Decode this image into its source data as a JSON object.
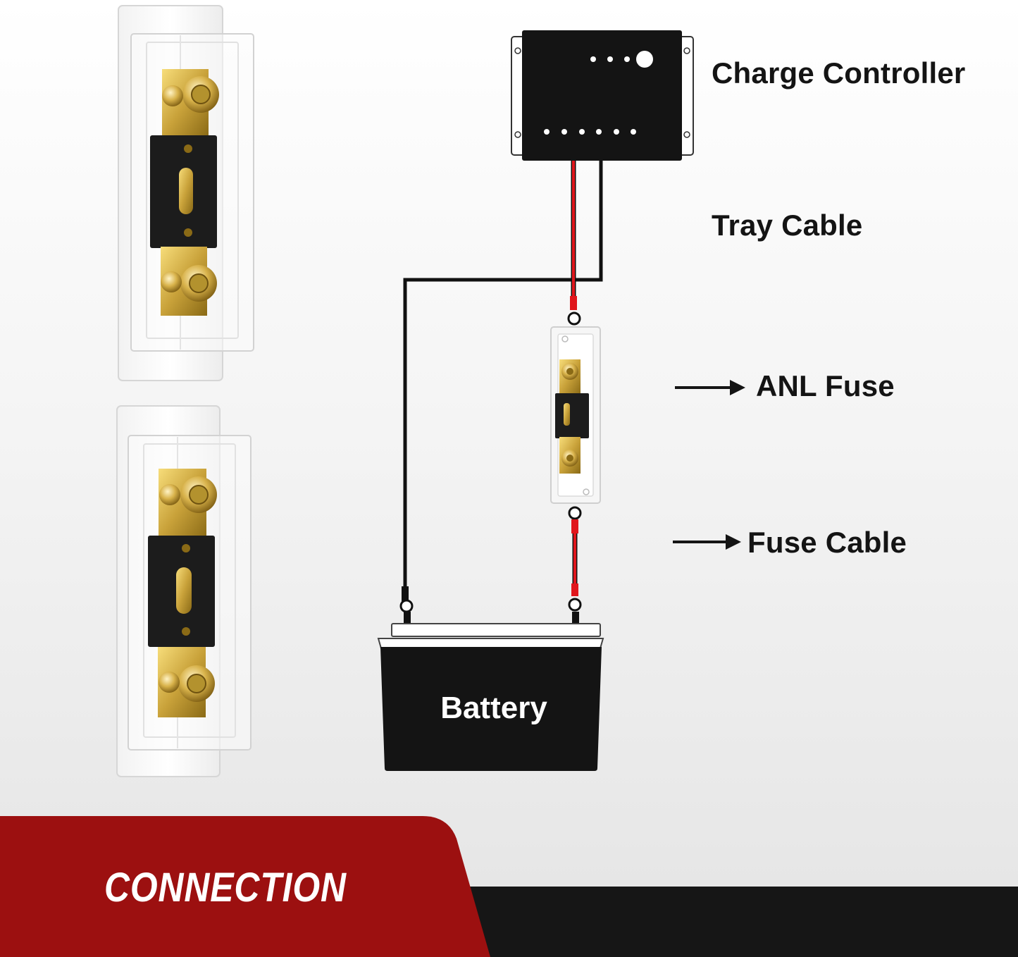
{
  "diagram": {
    "labels": {
      "charge_controller": "Charge Controller",
      "tray_cable": "Tray Cable",
      "anl_fuse": "ANL Fuse",
      "fuse_cable": "Fuse Cable",
      "battery": "Battery"
    },
    "banner_text": "CONNECTION",
    "colors": {
      "banner_red": "#9c1010",
      "banner_dark": "#161616",
      "positive_wire": "#e0161c",
      "negative_wire": "#111111",
      "gold_terminal": "#c9a23a"
    },
    "icons": [
      "charge-controller-icon",
      "anl-fuse-holder-icon",
      "battery-icon"
    ]
  }
}
